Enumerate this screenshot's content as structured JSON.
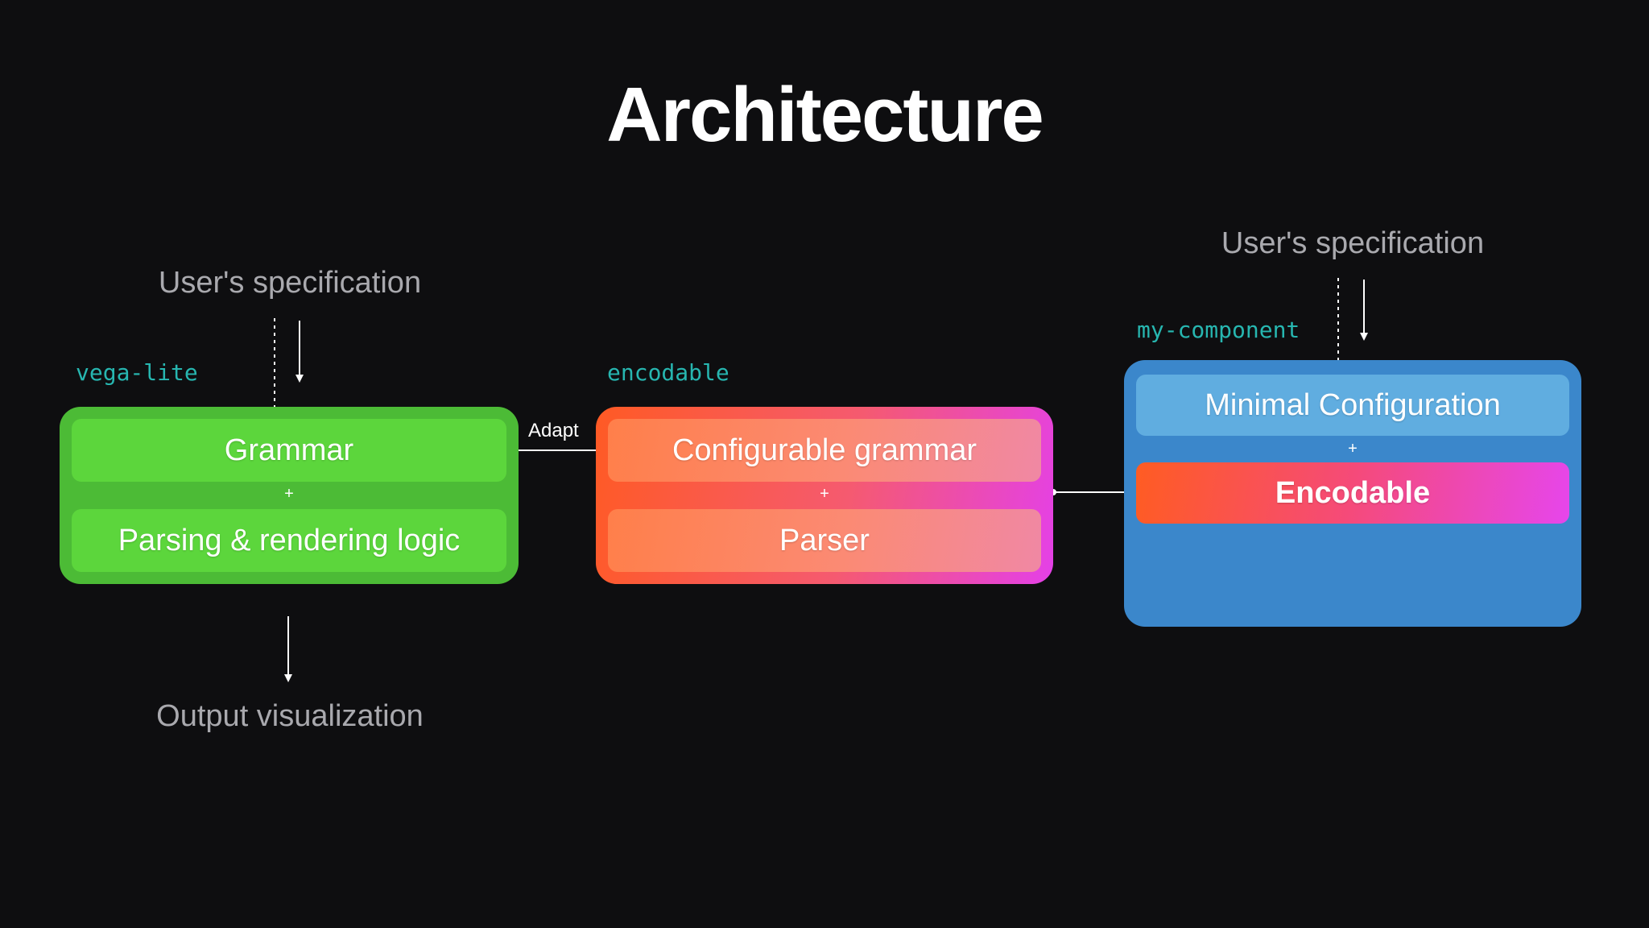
{
  "title": "Architecture",
  "left": {
    "spec_label": "User's specification",
    "tag": "vega-lite",
    "grammar": "Grammar",
    "plus": "+",
    "logic": "Parsing & rendering logic",
    "output_label": "Output visualization",
    "colors": {
      "outer": "#4cbb36",
      "inner": "#5cd63c"
    }
  },
  "connector_label": "Adapt",
  "middle": {
    "tag": "encodable",
    "grammar": "Configurable grammar",
    "plus": "+",
    "parser": "Parser",
    "colors": {
      "gradient_start": "#ff5a24",
      "gradient_end": "#e440e8"
    }
  },
  "right": {
    "spec_label": "User's specification",
    "tag": "my-component",
    "config": "Minimal Configuration",
    "plus": "+",
    "encodable": "Encodable",
    "colors": {
      "outer": "#3b87cb",
      "inner": "#60ade0"
    }
  }
}
